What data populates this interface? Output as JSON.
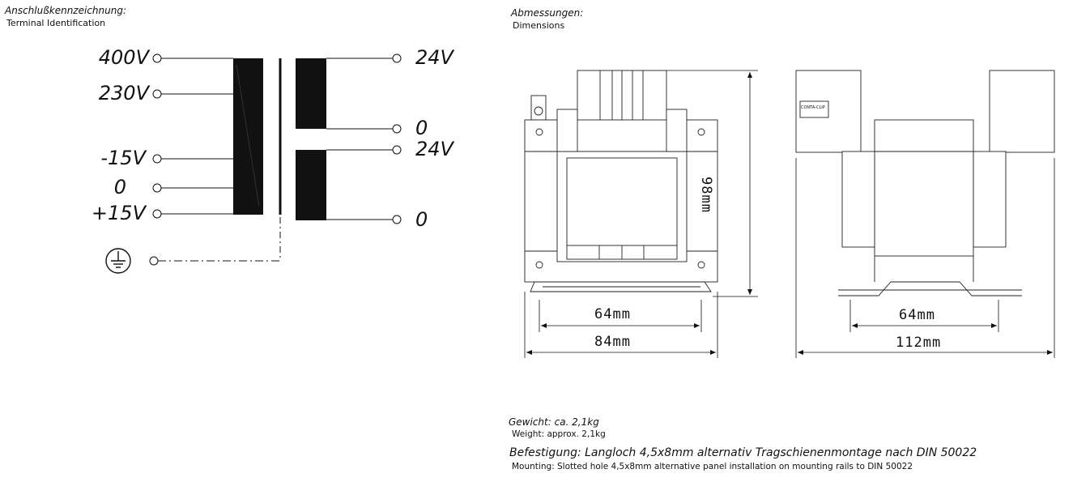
{
  "terminal": {
    "title_de": "Anschlußkennzeichnung:",
    "title_en": "Terminal  Identification",
    "primary": [
      "400V",
      "230V",
      "-15V",
      "0",
      "+15V"
    ],
    "secondary": [
      "24V",
      "0",
      "24V",
      "0"
    ],
    "ground_icon": "protective-earth-icon"
  },
  "dimensions": {
    "title_de": "Abmessungen:",
    "title_en": "Dimensions",
    "height": "98mm",
    "front_inner_width": "64mm",
    "front_outer_width": "84mm",
    "side_inner_width": "64mm",
    "side_outer_width": "112mm",
    "clip_label": "CONTA-CLIP"
  },
  "specs": {
    "weight_de": "Gewicht: ca. 2,1kg",
    "weight_en": "Weight:  approx.  2,1kg",
    "mounting_de": "Befestigung: Langloch 4,5x8mm alternativ Tragschienenmontage nach DIN 50022",
    "mounting_en": "Mounting:  Slotted  hole  4,5x8mm  alternative  panel  installation  on  mounting  rails  to  DIN  50022"
  }
}
